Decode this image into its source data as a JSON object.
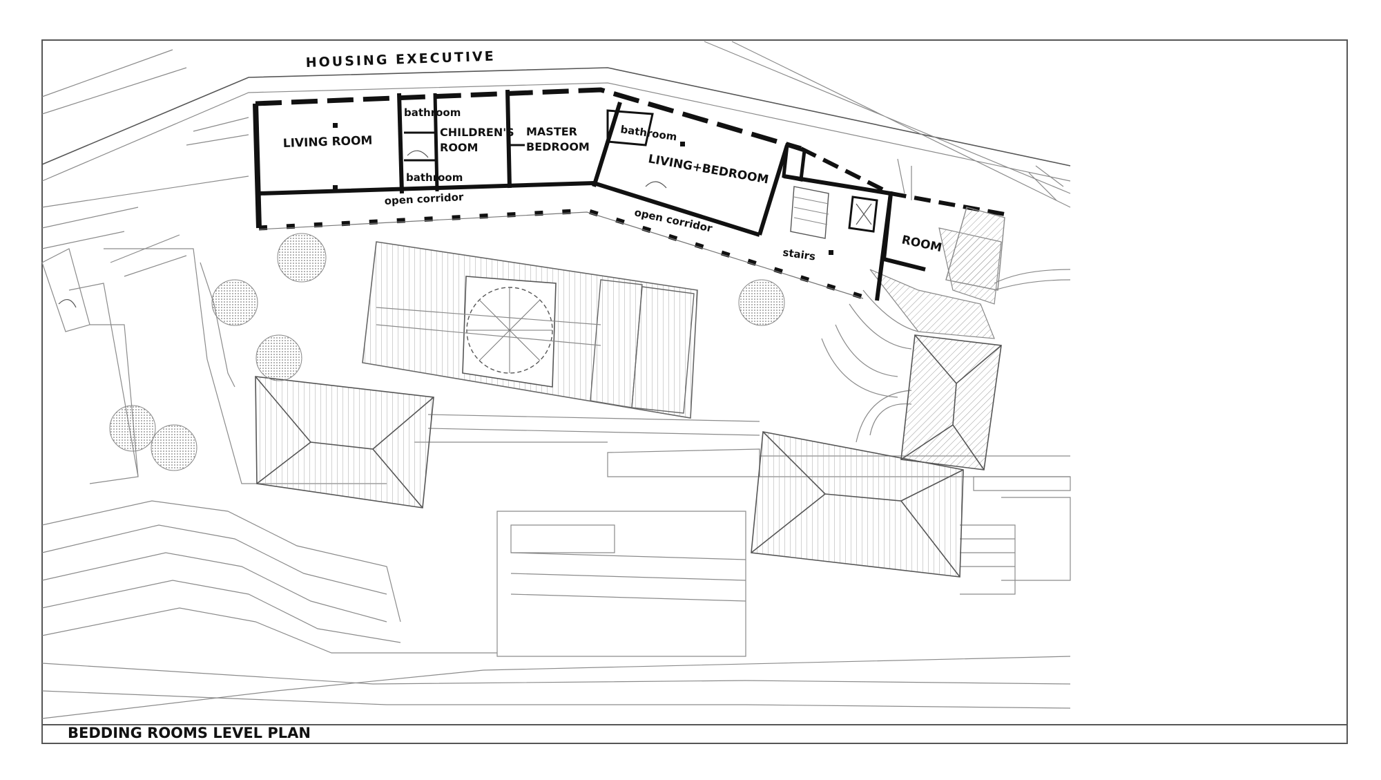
{
  "drawing": {
    "top_street_label": "HOUSING EXECUTIVE",
    "plan_title": "BEDDING ROOMS LEVEL PLAN"
  },
  "rooms": {
    "living_room": "LIVING ROOM",
    "bathroom_upper": "bathroom",
    "bathroom_lower": "bathroom",
    "childrens_room_line1": "CHILDREN'S",
    "childrens_room_line2": "ROOM",
    "master_bedroom_line1": "MASTER",
    "master_bedroom_line2": "BEDROOM",
    "bathroom_east": "bathroom",
    "living_bedroom": "LIVING+BEDROOM",
    "open_corridor_west": "open corridor",
    "open_corridor_east": "open corridor",
    "stairs": "stairs",
    "room": "ROOM"
  }
}
